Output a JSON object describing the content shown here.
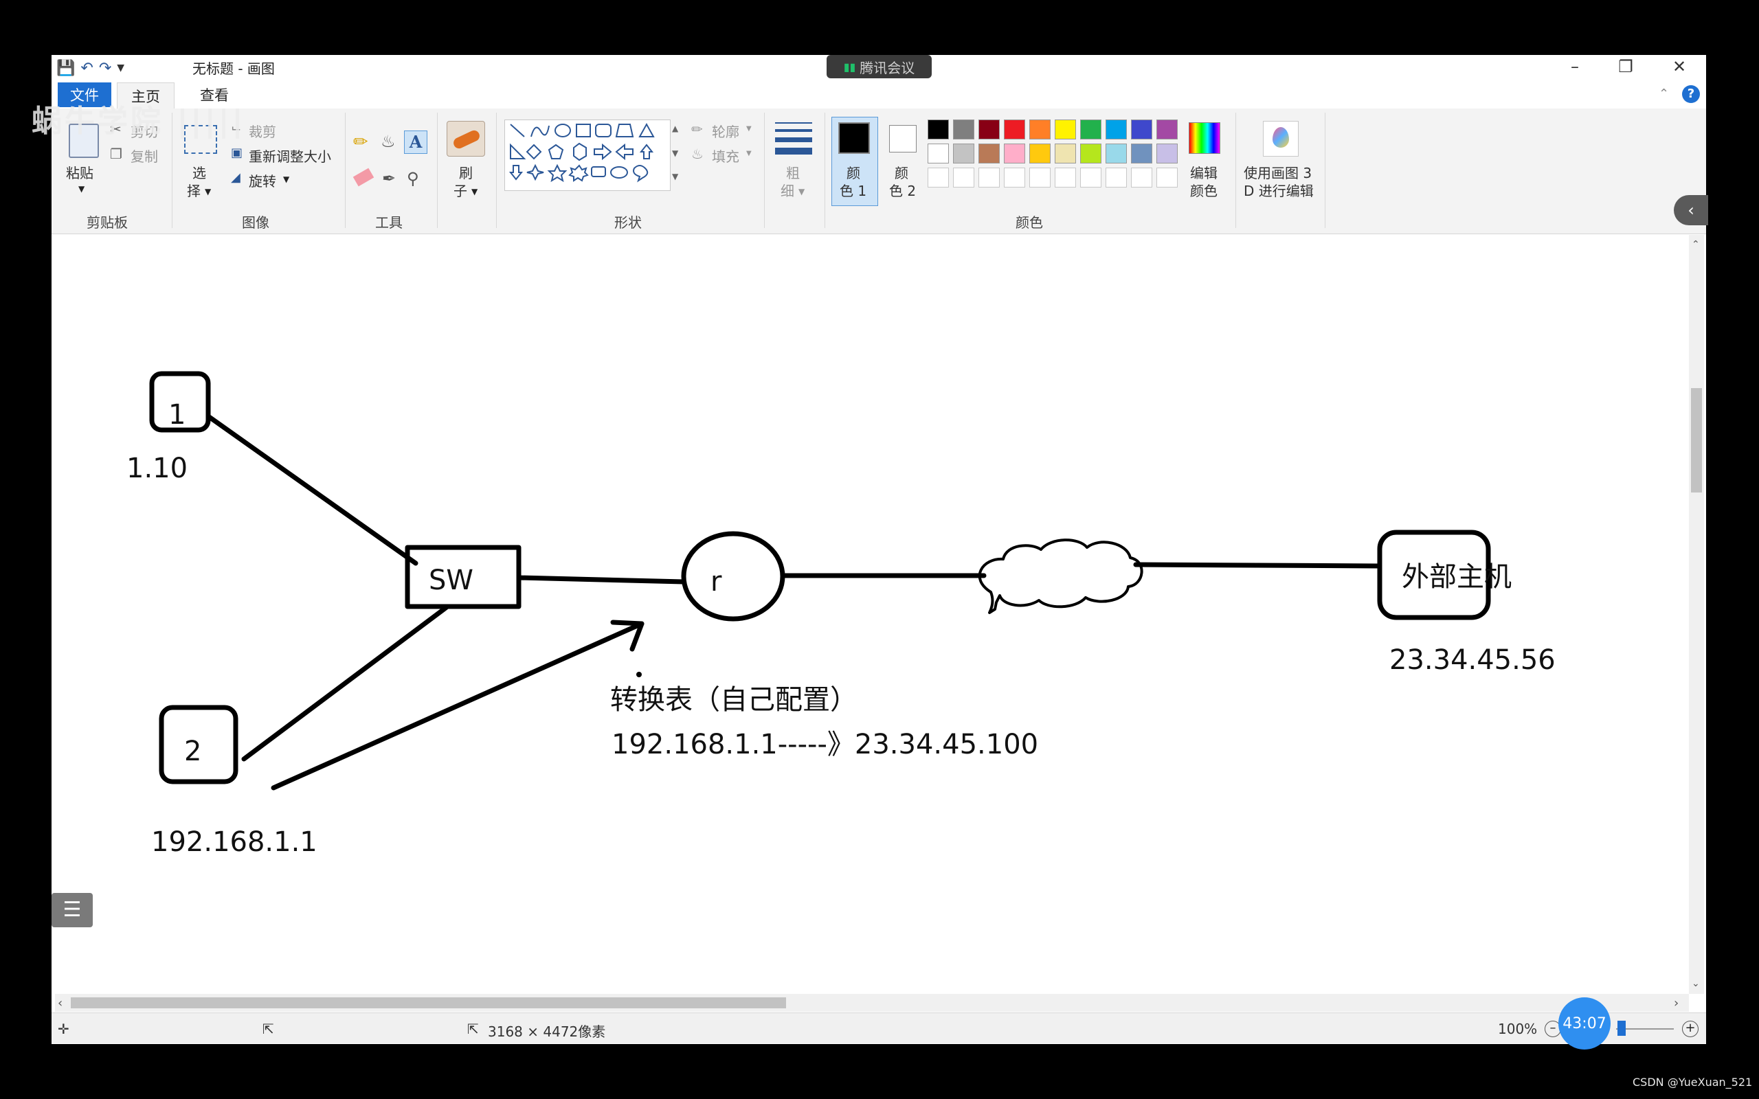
{
  "window": {
    "title": "无标题 - 画图"
  },
  "meeting_badge": "腾讯会议",
  "watermark": "蜗牛学院  |||||",
  "menu": {
    "file": "文件",
    "home": "主页",
    "view": "查看",
    "help": "?"
  },
  "ribbon": {
    "clipboard": {
      "paste": "粘贴",
      "cut": "剪切",
      "copy": "复制",
      "group": "剪贴板"
    },
    "image": {
      "select_top": "选",
      "select_bottom": "择",
      "crop": "裁剪",
      "resize": "重新调整大小",
      "rotate": "旋转",
      "group": "图像"
    },
    "tools": {
      "text_tool": "A",
      "group": "工具"
    },
    "brushes": {
      "label_top": "刷",
      "label_bottom": "子"
    },
    "shapes": {
      "outline": "轮廓",
      "fill": "填充",
      "group": "形状"
    },
    "size": {
      "label_top": "粗",
      "label_bottom": "细"
    },
    "colors": {
      "color1_top": "颜",
      "color1_bottom": "色 1",
      "color2_top": "颜",
      "color2_bottom": "色 2",
      "edit_top": "编辑",
      "edit_bottom": "颜色",
      "group": "颜色",
      "row1": [
        "#000000",
        "#7f7f7f",
        "#880015",
        "#ed1c24",
        "#ff7f27",
        "#fff200",
        "#22b14c",
        "#00a2e8",
        "#3f48cc",
        "#a349a4"
      ],
      "row2": [
        "#ffffff",
        "#c3c3c3",
        "#b97a57",
        "#ffaec9",
        "#ffc90e",
        "#efe4b0",
        "#b5e61d",
        "#99d9ea",
        "#7092be",
        "#c8bfe7"
      ]
    },
    "paint3d": {
      "line1": "使用画图 3",
      "line2": "D 进行编辑"
    }
  },
  "diagram": {
    "host1_label": "1",
    "host1_ip": "1.10",
    "host2_label": "2",
    "host2_ip": "192.168.1.1",
    "switch_label": "SW",
    "router_label": "r",
    "table_title": "转换表（自己配置）",
    "table_entry": "192.168.1.1-----》23.34.45.100",
    "external_host_label": "外部主机",
    "external_host_ip": "23.34.45.56"
  },
  "statusbar": {
    "dimensions": "3168 × 4472像素",
    "zoom": "100%"
  },
  "timer": "43:07",
  "credit": "CSDN @YueXuan_521"
}
